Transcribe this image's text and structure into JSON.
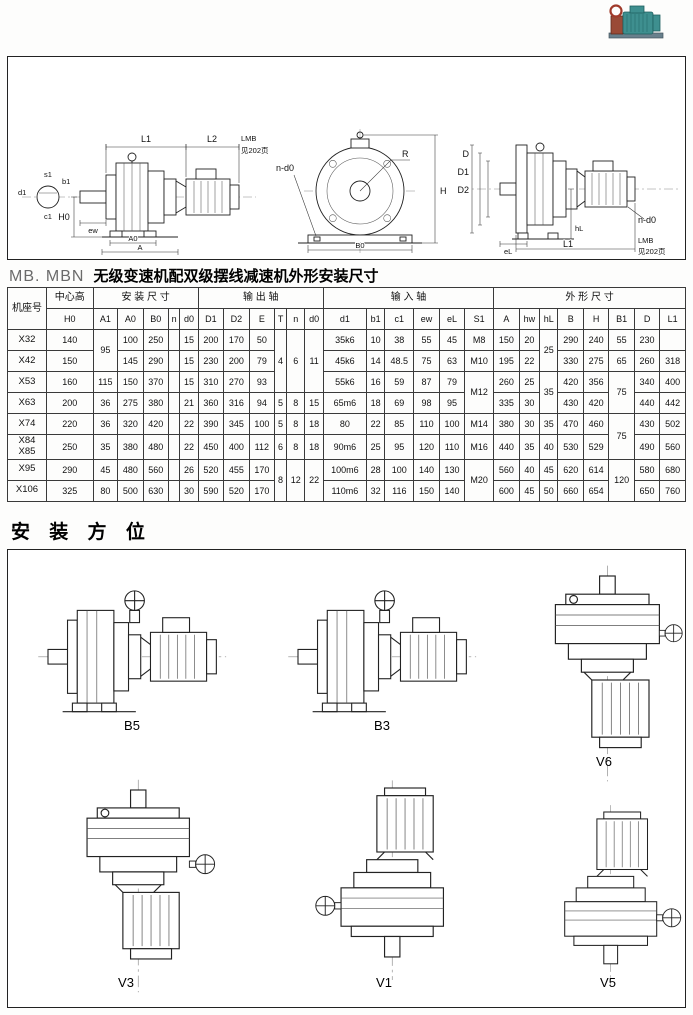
{
  "headings": {
    "title_prefix": "MB.  MBN",
    "title_main": "无级变速机配双级摆线减速机外形安装尺寸",
    "section2": "安 装 方 位"
  },
  "dims": {
    "L1": "L1",
    "L2": "L2",
    "LMB": "LMB",
    "ref": "见202页",
    "s1": "s1",
    "d1": "d1",
    "b1": "b1",
    "c1": "c1",
    "ew": "ew",
    "H0": "H0",
    "A0": "A0",
    "A": "A",
    "R": "R",
    "H": "H",
    "nd0": "n-d0",
    "B0": "B0",
    "D": "D",
    "D1": "D1",
    "D2": "D2",
    "eL": "eL",
    "hL": "hL"
  },
  "orientations": [
    "B5",
    "B3",
    "V6",
    "V3",
    "V1",
    "V5"
  ],
  "table": {
    "group_headers": [
      {
        "label": "机座号",
        "cols": 1,
        "rows": 2
      },
      {
        "label": "中心高",
        "cols": 1,
        "rows": 1
      },
      {
        "label": "安 装 尺 寸",
        "cols": 5,
        "rows": 1
      },
      {
        "label": "输  出  轴",
        "cols": 6,
        "rows": 1
      },
      {
        "label": "输  入  轴",
        "cols": 6,
        "rows": 1
      },
      {
        "label": "外 形 尺 寸",
        "cols": 8,
        "rows": 1
      }
    ],
    "sub_headers": [
      "H0",
      "A1",
      "A0",
      "B0",
      "n",
      "d0",
      "D1",
      "D2",
      "E",
      "T",
      "n",
      "d0",
      "d1",
      "b1",
      "c1",
      "ew",
      "eL",
      "S1",
      "A",
      "hw",
      "hL",
      "B",
      "H",
      "B1",
      "D",
      "L1"
    ],
    "rows": [
      {
        "model": "X32",
        "cells": [
          "140",
          {
            "v": "95",
            "rs": 2
          },
          "100",
          "250",
          "",
          "15",
          "200",
          "170",
          "50",
          {
            "v": "4",
            "rs": 3
          },
          {
            "v": "6",
            "rs": 3
          },
          {
            "v": "11",
            "rs": 3
          },
          "35k6",
          "10",
          "38",
          "55",
          "45",
          "M8",
          "150",
          "20",
          {
            "v": "25",
            "rs": 2
          },
          "290",
          "240",
          "55",
          "230",
          ""
        ]
      },
      {
        "model": "X42",
        "cells": [
          "150",
          null,
          "145",
          "290",
          "",
          "15",
          "230",
          "200",
          "79",
          null,
          null,
          null,
          "45k6",
          "14",
          "48.5",
          "75",
          "63",
          "M10",
          "195",
          "22",
          null,
          "330",
          "275",
          "65",
          "260",
          "318"
        ]
      },
      {
        "model": "X53",
        "cells": [
          "160",
          "115",
          "150",
          "370",
          "",
          "15",
          "310",
          "270",
          "93",
          null,
          null,
          null,
          "55k6",
          "16",
          "59",
          "87",
          "79",
          {
            "v": "M12",
            "rs": 2
          },
          "260",
          "25",
          {
            "v": "35",
            "rs": 2
          },
          "420",
          "356",
          {
            "v": "75",
            "rs": 2
          },
          "340",
          "400"
        ]
      },
      {
        "model": "X63",
        "cells": [
          "200",
          "36",
          "275",
          "380",
          "",
          "21",
          "360",
          "316",
          "94",
          "5",
          "8",
          "15",
          "65m6",
          "18",
          "69",
          "98",
          "95",
          null,
          "335",
          "30",
          null,
          "430",
          "420",
          null,
          "440",
          "442"
        ]
      },
      {
        "model": "X74",
        "cells": [
          "220",
          "36",
          "320",
          "420",
          "",
          "22",
          "390",
          "345",
          "100",
          "5",
          "8",
          "18",
          "80",
          "22",
          "85",
          "110",
          "100",
          "M14",
          "380",
          "30",
          "35",
          "470",
          "460",
          {
            "v": "75",
            "rs": 2
          },
          "430",
          "502"
        ]
      },
      {
        "model": "X84\nX85",
        "cells": [
          "250",
          "35",
          "380",
          "480",
          "",
          "22",
          "450",
          "400",
          "112",
          "6",
          "8",
          "18",
          "90m6",
          "25",
          "95",
          "120",
          "110",
          "M16",
          "440",
          "35",
          "40",
          "530",
          "529",
          null,
          "490",
          "560"
        ]
      },
      {
        "model": "X95",
        "cells": [
          "290",
          "45",
          "480",
          "560",
          "",
          "26",
          "520",
          "455",
          "170",
          {
            "v": "8",
            "rs": 2
          },
          {
            "v": "12",
            "rs": 2
          },
          {
            "v": "22",
            "rs": 2
          },
          "100m6",
          "28",
          "100",
          "140",
          "130",
          {
            "v": "M20",
            "rs": 2
          },
          "560",
          "40",
          "45",
          "620",
          "614",
          {
            "v": "120",
            "rs": 2
          },
          "580",
          "680"
        ]
      },
      {
        "model": "X106",
        "cells": [
          "325",
          "80",
          "500",
          "630",
          "",
          "30",
          "590",
          "520",
          "170",
          null,
          null,
          null,
          "110m6",
          "32",
          "116",
          "150",
          "140",
          null,
          "600",
          "45",
          "50",
          "660",
          "654",
          null,
          "650",
          "760"
        ]
      }
    ]
  }
}
